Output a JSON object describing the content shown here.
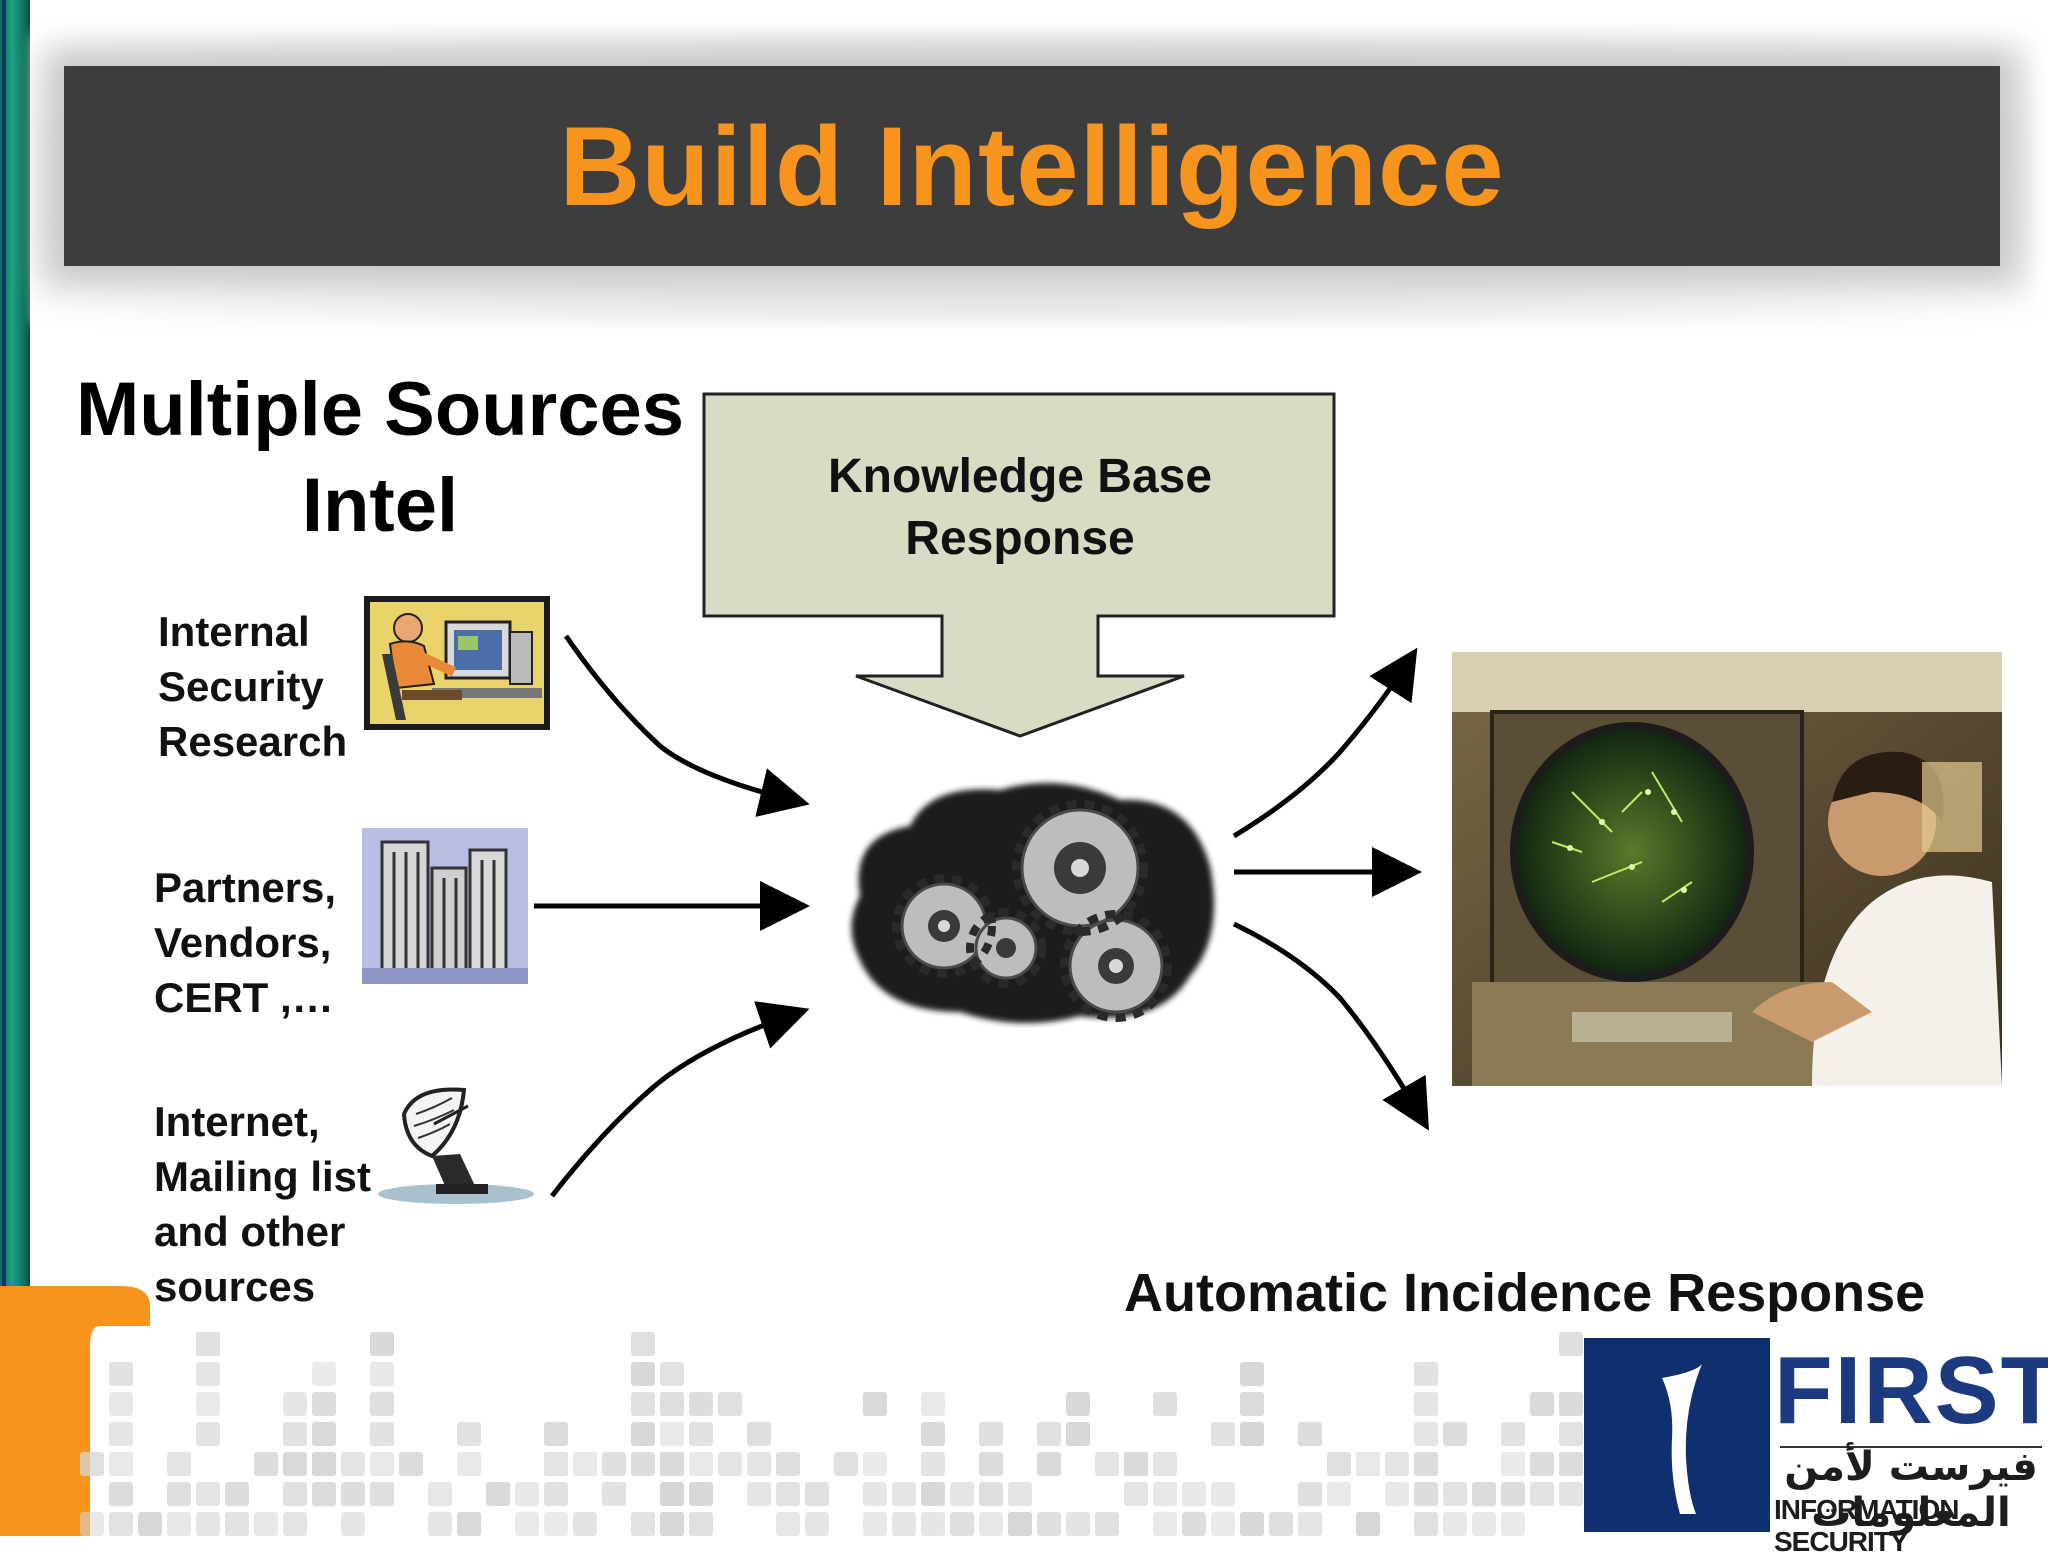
{
  "banner": {
    "title": "Build Intelligence"
  },
  "sources": {
    "heading_line1": "Multiple Sources",
    "heading_line2": "Intel",
    "items": [
      {
        "lines": [
          "Internal",
          "Security",
          "Research"
        ],
        "icon": "computer-user-icon"
      },
      {
        "lines": [
          "Partners,",
          "Vendors,",
          "CERT ,…"
        ],
        "icon": "office-buildings-icon"
      },
      {
        "lines": [
          "Internet,",
          "Mailing list",
          "and other",
          "sources"
        ],
        "icon": "satellite-dish-icon"
      }
    ]
  },
  "knowledge_base": {
    "line1": "Knowledge Base",
    "line2": "Response"
  },
  "processing": {
    "icon": "gears-icon"
  },
  "output": {
    "label": "Automatic Incidence Response",
    "photo": "radar-operator-photo"
  },
  "logo": {
    "name": "FIRST",
    "arabic": "فيرست لأمن المعلومات",
    "tagline": "INFORMATION SECURITY"
  },
  "colors": {
    "banner_bg": "#3d3d3d",
    "title": "#f7941d",
    "kb_fill": "#d8dcc4",
    "logo_blue": "#0f2f6e",
    "accent_green": "#1fa083"
  }
}
